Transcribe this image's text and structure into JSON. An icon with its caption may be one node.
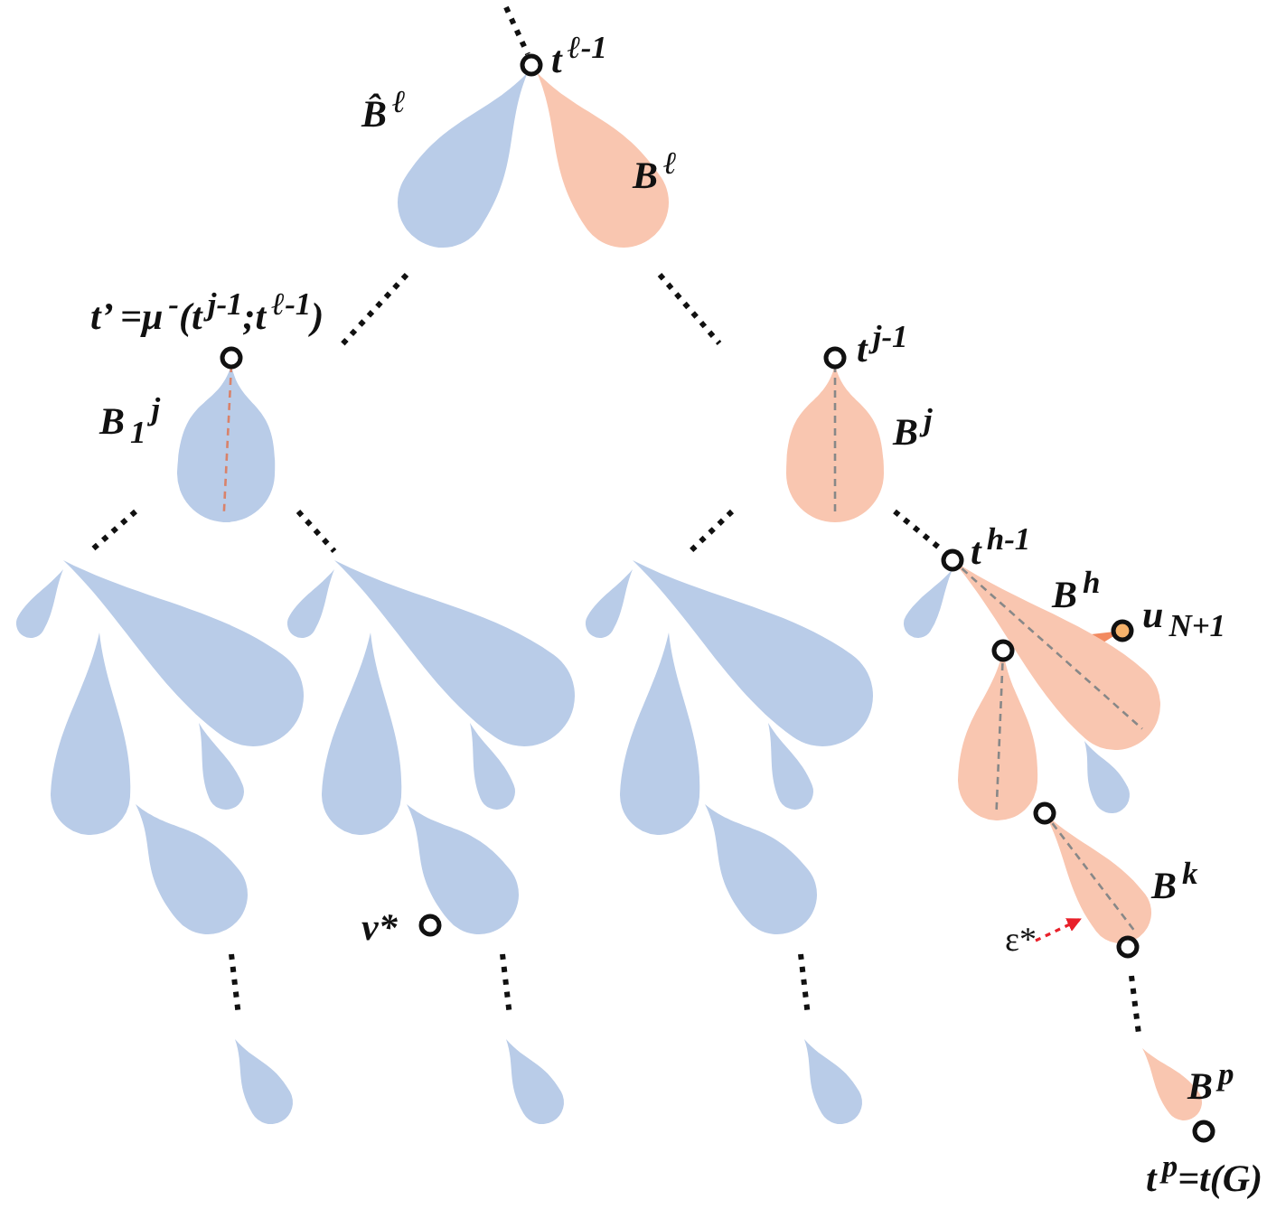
{
  "diagram": {
    "nodes": [
      {
        "text": [
          "ε*"
        ]
      },
      {
        "text": [
          "B$^{k}$"
        ]
      }
    ],
    "edges": [
      {
        "from": 0,
        "to": 1,
        "arrow": "to",
        "style": "dashed",
        "color": "#e8202a"
      }
    ],
    "labels": [
      "t$^{ℓ-1}$",
      "B̂$^{ℓ}$",
      "B$^{ℓ}$",
      "t’ =μ$^{-}$(t$^{j-1}$;t$^{ℓ-1}$)",
      "B$_{1}$$^{j}$",
      "t$^{j-1}$",
      "B$^{j}$",
      "t$^{h-1}$",
      "B$^{h}$",
      "u$_{N+1}$",
      "v*",
      "B$^{p}$",
      "t$^{p}$=t(G)"
    ]
  }
}
